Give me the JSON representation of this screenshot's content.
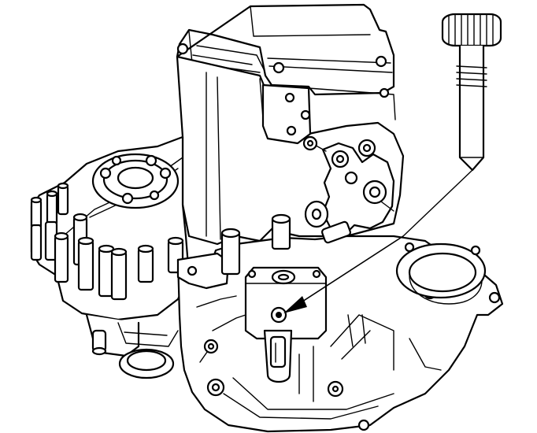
{
  "figure": {
    "palette": {
      "line": "#000000",
      "background": "#ffffff"
    },
    "parts": {
      "gearbox_housing": "gearbox-housing",
      "inset_bolt": "knurled-bolt",
      "callout_arrow": "leader-arrow",
      "shift_mechanism": "gear-shift-linkage",
      "flange": "drive-flange"
    }
  }
}
